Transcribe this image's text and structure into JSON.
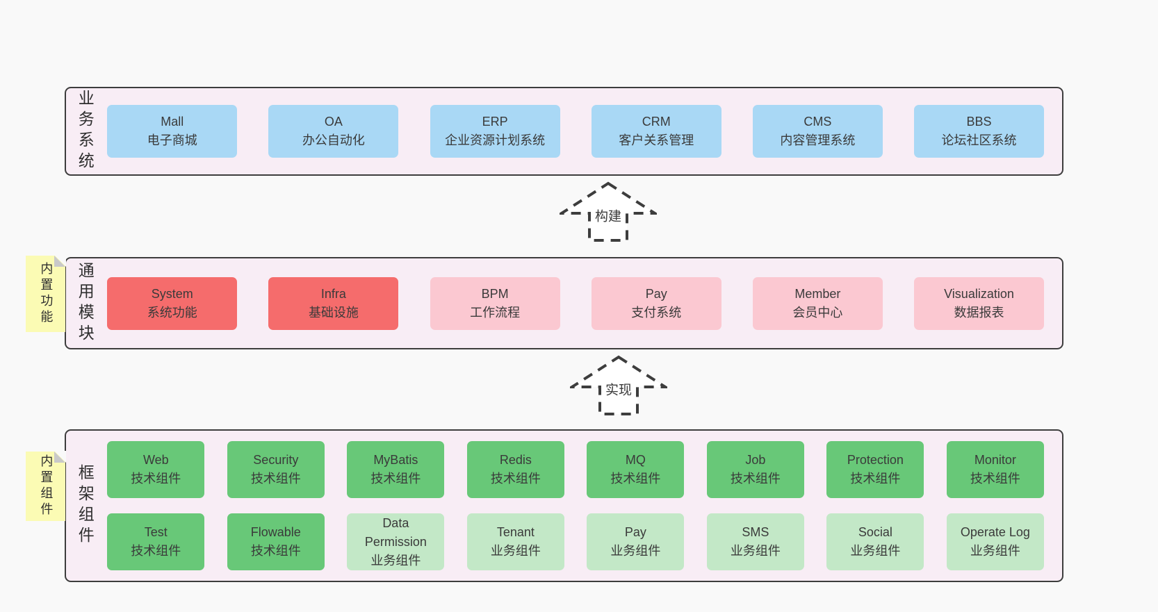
{
  "palette": {
    "page_bg": "#f9f9f9",
    "band_bg": "#f8edf5",
    "band_border": "#3d3d3d",
    "blue": "#a9d8f5",
    "red": "#f56c6c",
    "pink": "#fbc8d1",
    "green": "#68c878",
    "light_green": "#c3e8c7",
    "note_yellow": "#fbfbb4",
    "note_fold": "#c9c9c9",
    "text": "#3a3a3a"
  },
  "arrows": [
    {
      "label": "构建"
    },
    {
      "label": "实现"
    }
  ],
  "bands": [
    {
      "label": "业务系统",
      "boxes": [
        {
          "title": "Mall",
          "subtitle": "电子商城"
        },
        {
          "title": "OA",
          "subtitle": "办公自动化"
        },
        {
          "title": "ERP",
          "subtitle": "企业资源计划系统"
        },
        {
          "title": "CRM",
          "subtitle": "客户关系管理"
        },
        {
          "title": "CMS",
          "subtitle": "内容管理系统"
        },
        {
          "title": "BBS",
          "subtitle": "论坛社区系统"
        }
      ]
    },
    {
      "label": "通用模块",
      "note": "内置功能",
      "boxes": [
        {
          "title": "System",
          "subtitle": "系统功能"
        },
        {
          "title": "Infra",
          "subtitle": "基础设施"
        },
        {
          "title": "BPM",
          "subtitle": "工作流程"
        },
        {
          "title": "Pay",
          "subtitle": "支付系统"
        },
        {
          "title": "Member",
          "subtitle": "会员中心"
        },
        {
          "title": "Visualization",
          "subtitle": "数据报表"
        }
      ]
    },
    {
      "label": "框架组件",
      "note": "内置组件",
      "rows": [
        [
          {
            "title": "Web",
            "subtitle": "技术组件"
          },
          {
            "title": "Security",
            "subtitle": "技术组件"
          },
          {
            "title": "MyBatis",
            "subtitle": "技术组件"
          },
          {
            "title": "Redis",
            "subtitle": "技术组件"
          },
          {
            "title": "MQ",
            "subtitle": "技术组件"
          },
          {
            "title": "Job",
            "subtitle": "技术组件"
          },
          {
            "title": "Protection",
            "subtitle": "技术组件"
          },
          {
            "title": "Monitor",
            "subtitle": "技术组件"
          }
        ],
        [
          {
            "title": "Test",
            "subtitle": "技术组件"
          },
          {
            "title": "Flowable",
            "subtitle": "技术组件"
          },
          {
            "title": "Data Permission",
            "subtitle": "业务组件"
          },
          {
            "title": "Tenant",
            "subtitle": "业务组件"
          },
          {
            "title": "Pay",
            "subtitle": "业务组件"
          },
          {
            "title": "SMS",
            "subtitle": "业务组件"
          },
          {
            "title": "Social",
            "subtitle": "业务组件"
          },
          {
            "title": "Operate Log",
            "subtitle": "业务组件"
          }
        ]
      ]
    }
  ]
}
